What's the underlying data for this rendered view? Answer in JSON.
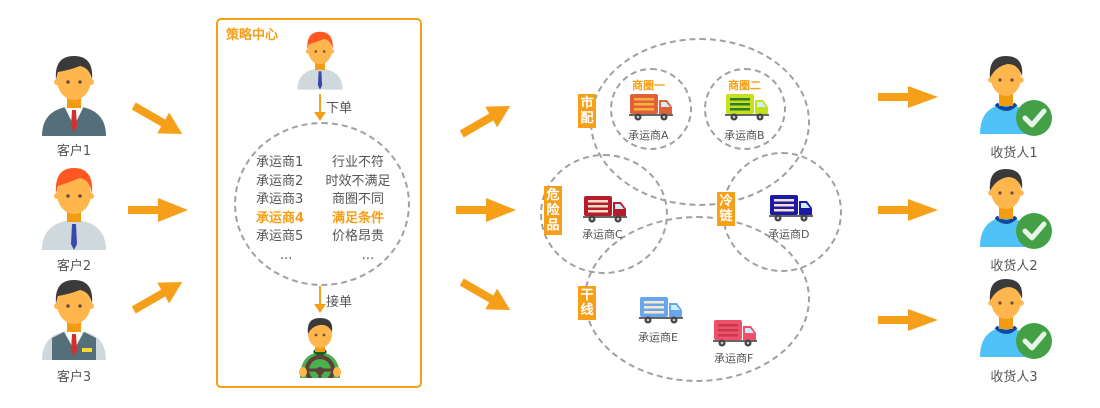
{
  "customers": [
    {
      "label": "客户1",
      "hair": "#3a3a3a",
      "shirt": "#546e7a",
      "collar": "#ffffff",
      "tie": "#d32f2f",
      "style": "suit"
    },
    {
      "label": "客户2",
      "hair": "#ff5722",
      "shirt": "#cfd8dc",
      "collar": "#cfd8dc",
      "tie": "#3949ab",
      "style": "shirt"
    },
    {
      "label": "客户3",
      "hair": "#3a3a3a",
      "shirt": "#cfd8dc",
      "collar": "#ffffff",
      "tie": "#d32f2f",
      "style": "vest"
    }
  ],
  "strategy": {
    "title": "策略中心",
    "order_label": "下单",
    "accept_label": "接单",
    "carriers": [
      {
        "name": "承运商1",
        "reason": "行业不符",
        "highlight": false
      },
      {
        "name": "承运商2",
        "reason": "时效不满足",
        "highlight": false
      },
      {
        "name": "承运商3",
        "reason": "商圈不同",
        "highlight": false
      },
      {
        "name": "承运商4",
        "reason": "满足条件",
        "highlight": true
      },
      {
        "name": "承运商5",
        "reason": "价格昂贵",
        "highlight": false
      },
      {
        "name": "...",
        "reason": "...",
        "highlight": false
      }
    ]
  },
  "zones": {
    "city": {
      "tag": "市配",
      "sub": [
        {
          "title": "商圈一",
          "carrier": "承运商A",
          "color": "#e0603a",
          "stripe": "#f6b13a"
        },
        {
          "title": "商圈二",
          "carrier": "承运商B",
          "color": "#c6e01a",
          "stripe": "#2e7d32"
        }
      ]
    },
    "hazmat": {
      "tag": "危险品",
      "carrier": "承运商C",
      "color": "#b71c2c",
      "stripe": "#f8e0c8"
    },
    "cold": {
      "tag": "冷链",
      "carrier": "承运商D",
      "color": "#1a1aa6",
      "stripe": "#f8e0c8"
    },
    "trunk": {
      "tag": "干线",
      "carriers": [
        {
          "name": "承运商E",
          "color": "#6aa6f0",
          "stripe": "#f8e8c8"
        },
        {
          "name": "承运商F",
          "color": "#f0506a",
          "stripe": "#c8384e"
        }
      ]
    }
  },
  "receivers": [
    {
      "label": "收货人1"
    },
    {
      "label": "收货人2"
    },
    {
      "label": "收货人3"
    }
  ],
  "colors": {
    "accent": "#f6a01a",
    "check": "#43a047",
    "ring": "#a0a0a0"
  }
}
